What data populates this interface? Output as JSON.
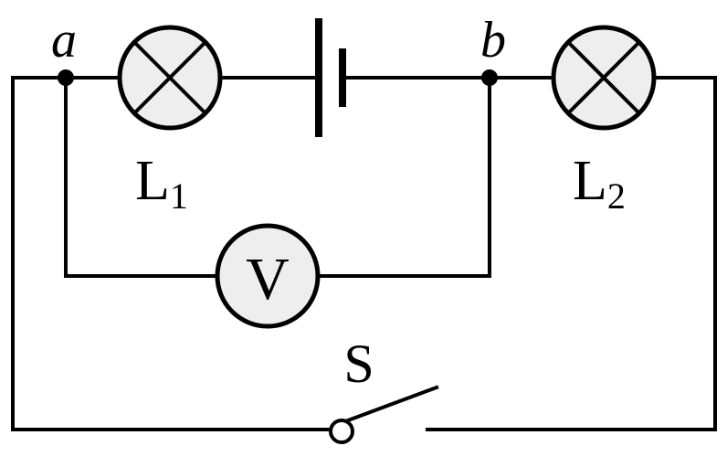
{
  "diagram": {
    "node_a_label": "a",
    "node_b_label": "b",
    "lamp1": {
      "letter": "L",
      "subscript": "1"
    },
    "lamp2": {
      "letter": "L",
      "subscript": "2"
    },
    "voltmeter_label": "V",
    "switch_label": "S"
  },
  "colors": {
    "stroke": "#000000",
    "component_fill": "#eeeeee",
    "background": "#ffffff"
  }
}
